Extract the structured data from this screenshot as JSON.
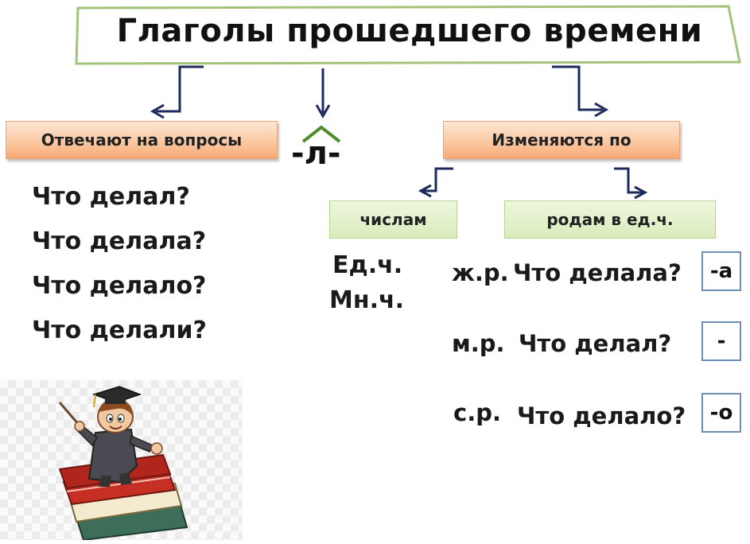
{
  "title": "Глаголы прошедшего времени",
  "left_box": {
    "label": "Отвечают на вопросы"
  },
  "suffix": "-л-",
  "right_box": {
    "label": "Изменяются по"
  },
  "questions": [
    "Что делал?",
    "Что делала?",
    "Что делало?",
    "Что делали?"
  ],
  "number_box": {
    "label": "числам"
  },
  "gender_box": {
    "label": "родам в ед.ч."
  },
  "numbers": {
    "singular": "Ед.ч.",
    "plural": "Мн.ч."
  },
  "genders": [
    {
      "abbr": "ж.р.",
      "question": "Что делала?",
      "ending": "-а"
    },
    {
      "abbr": "м.р.",
      "question": "Что делал?",
      "ending": "-"
    },
    {
      "abbr": "с.р.",
      "question": "Что делало?",
      "ending": "-о"
    }
  ],
  "colors": {
    "connector": "#1f2a5c",
    "title_border": "#a5c27a",
    "orange_box": "#fbc9a3",
    "green_box": "#d9ecbd",
    "ending_border": "#6e8fb3",
    "suffix_mark": "#4e8b2e"
  },
  "illustration": {
    "subject": "student-on-books"
  }
}
